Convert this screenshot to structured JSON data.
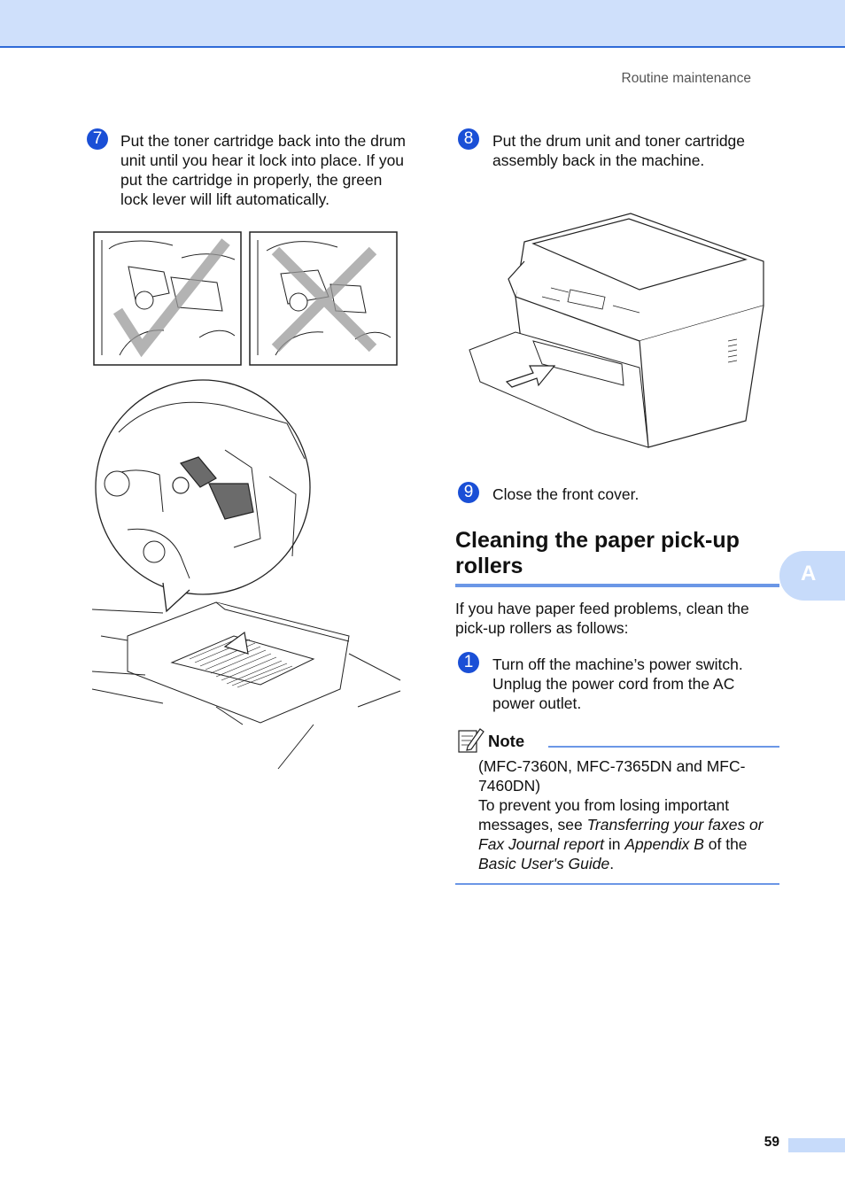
{
  "header": {
    "running_head": "Routine maintenance"
  },
  "left_column": {
    "step7": {
      "number": "7",
      "text": "Put the toner cartridge back into the drum unit until you hear it lock into place. If you put the cartridge in properly, the green lock lever will lift automatically."
    }
  },
  "right_column": {
    "step8": {
      "number": "8",
      "text": "Put the drum unit and toner cartridge assembly back in the machine."
    },
    "step9": {
      "number": "9",
      "text": "Close the front cover."
    },
    "section": {
      "title": "Cleaning the paper pick-up rollers",
      "intro": "If you have paper feed problems, clean the pick-up rollers as follows:"
    },
    "step1": {
      "number": "1",
      "text": "Turn off the machine’s power switch. Unplug the power cord from the AC power outlet."
    },
    "note": {
      "label": "Note",
      "models": "(MFC-7360N, MFC-7365DN and MFC-7460DN)",
      "text_prefix": "To prevent you from losing important messages, see ",
      "ref_title": "Transferring your faxes or Fax Journal report",
      "text_mid": " in ",
      "ref_appendix": "Appendix B",
      "text_mid2": " of the ",
      "ref_guide": "Basic User's Guide",
      "text_end": "."
    }
  },
  "appendix_tab": {
    "letter": "A"
  },
  "footer": {
    "page_number": "59"
  },
  "colors": {
    "accent_blue": "#1a4fd6",
    "header_band": "#cfe0fb",
    "rule_blue": "#6b97e6",
    "check_gray": "#9a9a9a"
  }
}
